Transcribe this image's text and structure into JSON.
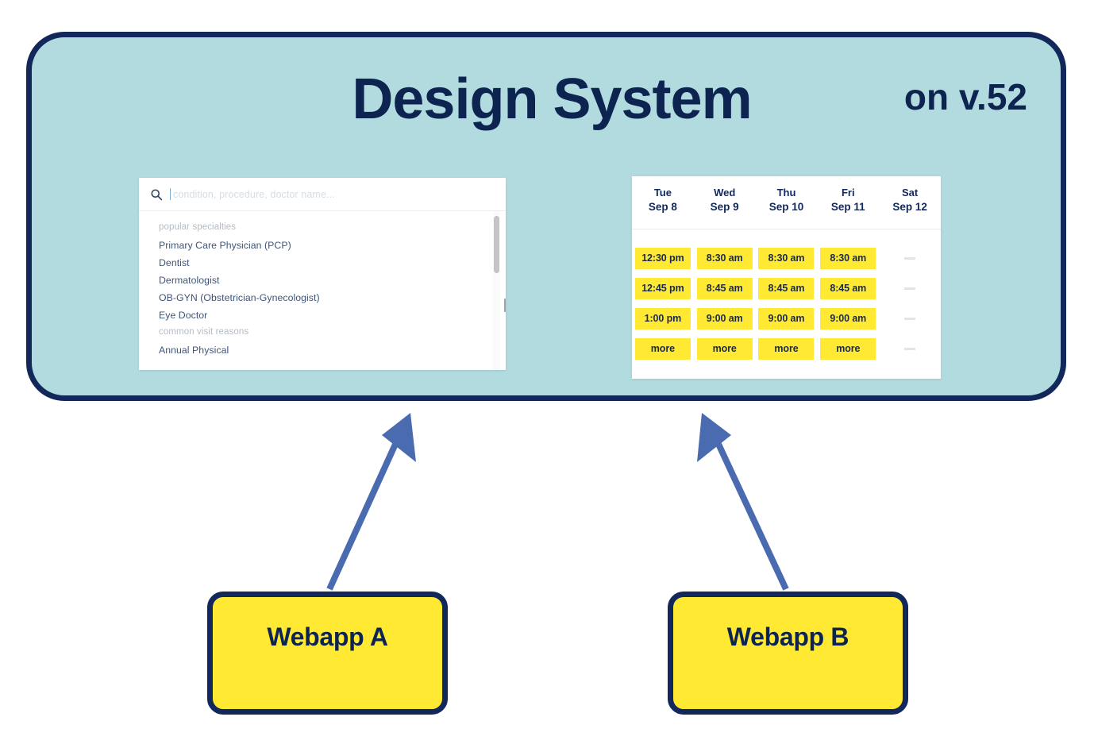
{
  "diagram": {
    "container": {
      "title": "Design System",
      "version": "on v.52",
      "fill_color": "#b2dbdf",
      "border_color": "#12285a"
    },
    "search_widget": {
      "icon": "search-icon",
      "placeholder": "condition, procedure, doctor name...",
      "value": "",
      "groups": [
        {
          "label": "popular specialties",
          "items": [
            "Primary Care Physician (PCP)",
            "Dentist",
            "Dermatologist",
            "OB-GYN (Obstetrician-Gynecologist)",
            "Eye Doctor"
          ]
        },
        {
          "label": "common visit reasons",
          "items": [
            "Annual Physical"
          ]
        }
      ]
    },
    "calendar_widget": {
      "columns": [
        {
          "dow": "Tue",
          "date": "Sep 8"
        },
        {
          "dow": "Wed",
          "date": "Sep 9"
        },
        {
          "dow": "Thu",
          "date": "Sep 10"
        },
        {
          "dow": "Fri",
          "date": "Sep 11"
        },
        {
          "dow": "Sat",
          "date": "Sep 12"
        }
      ],
      "rows": [
        [
          "12:30 pm",
          "8:30 am",
          "8:30 am",
          "8:30 am",
          ""
        ],
        [
          "12:45 pm",
          "8:45 am",
          "8:45 am",
          "8:45 am",
          ""
        ],
        [
          "1:00 pm",
          "9:00 am",
          "9:00 am",
          "9:00 am",
          ""
        ],
        [
          "more",
          "more",
          "more",
          "more",
          ""
        ]
      ],
      "slot_color": "#ffe933",
      "empty_marker": "—"
    },
    "nodes": [
      {
        "label": "Webapp A",
        "fill_color": "#ffe933",
        "border_color": "#12285a"
      },
      {
        "label": "Webapp B",
        "fill_color": "#ffe933",
        "border_color": "#12285a"
      }
    ],
    "arrows": [
      {
        "from": "Webapp A",
        "to": "Design System",
        "color": "#4a6bb0"
      },
      {
        "from": "Webapp B",
        "to": "Design System",
        "color": "#4a6bb0"
      }
    ]
  }
}
